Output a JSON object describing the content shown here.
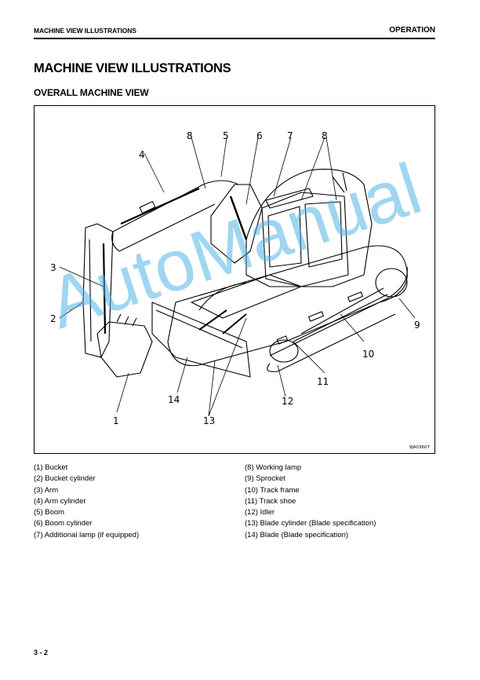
{
  "header": {
    "left": "MACHINE VIEW ILLUSTRATIONS",
    "right": "OPERATION"
  },
  "title": "MACHINE VIEW ILLUSTRATIONS",
  "subtitle": "OVERALL MACHINE VIEW",
  "figure": {
    "code": "9JA03607",
    "callouts": [
      "1",
      "2",
      "3",
      "4",
      "5",
      "6",
      "7",
      "8",
      "8",
      "9",
      "10",
      "11",
      "12",
      "13",
      "14"
    ]
  },
  "watermark": "AutoManual",
  "legend": {
    "left": [
      "(1) Bucket",
      "(2) Bucket cylinder",
      "(3) Arm",
      "(4) Arm cylinder",
      "(5) Boom",
      "(6) Boom cylinder",
      "(7) Additional lamp (if equipped)"
    ],
    "right": [
      "(8) Working lamp",
      "(9) Sprocket",
      "(10) Track frame",
      "(11) Track shoe",
      "(12) Idler",
      "(13) Blade cylinder (Blade specification)",
      "(14) Blade (Blade specification)"
    ]
  },
  "page_number": "3 - 2"
}
